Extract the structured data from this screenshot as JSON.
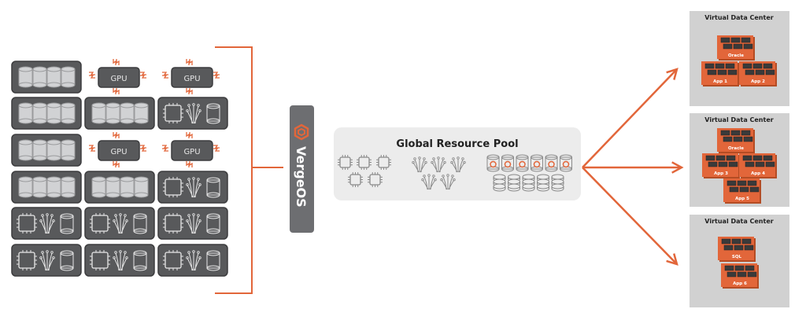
{
  "colors": {
    "accent": "#e2663a",
    "rack": "#58595b",
    "rack_border": "#3c3c3e",
    "disk": "#d1d2d4",
    "verge_bar": "#6d6e71",
    "pool_bg": "#ececec",
    "vdc_bg": "#d1d1d1",
    "vm_block": "#e2663a"
  },
  "hardware": {
    "gpu_label": "GPU",
    "rows": [
      [
        "disks",
        "gpu",
        "gpu"
      ],
      [
        "disks",
        "disks",
        "mixed"
      ],
      [
        "disks",
        "gpu",
        "gpu"
      ],
      [
        "disks",
        "disks",
        "mixed"
      ],
      [
        "mixed",
        "mixed",
        "mixed"
      ],
      [
        "mixed",
        "mixed",
        "mixed"
      ]
    ]
  },
  "vergeos": {
    "label": "VergeOS",
    "icon": "vergeos-logo-icon"
  },
  "pool": {
    "title": "Global Resource Pool",
    "cpu_count": 5,
    "network_count": 5,
    "disk_count": 6,
    "storage_count": 5
  },
  "vdcs": [
    {
      "title": "Virtual Data Center",
      "apps": [
        "Oracle",
        "App 1",
        "App 2"
      ]
    },
    {
      "title": "Virtual Data Center",
      "apps": [
        "Oracle",
        "App 3",
        "App 4",
        "App 5"
      ]
    },
    {
      "title": "Virtual Data Center",
      "apps": [
        "SQL",
        "App 6"
      ]
    }
  ]
}
